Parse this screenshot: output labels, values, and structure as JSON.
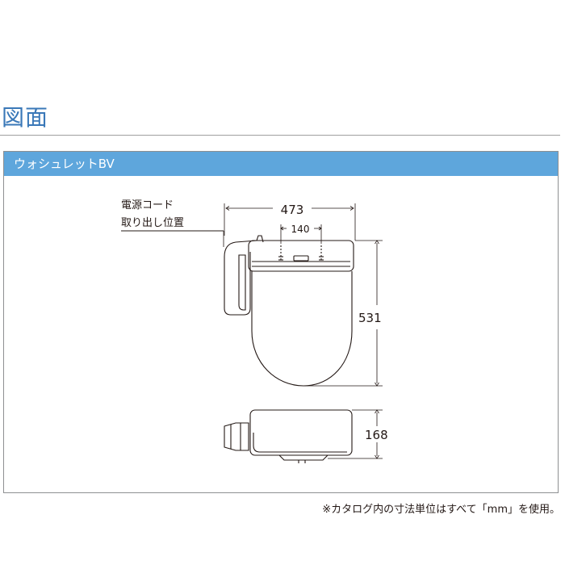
{
  "page": {
    "title": "図面",
    "footnote": "※カタログ内の寸法単位はすべて「mm」を使用。"
  },
  "panel": {
    "header": "ウォシュレットBV"
  },
  "drawing": {
    "cord_label_line1": "電源コード",
    "cord_label_line2": "取り出し位置",
    "dim_width": "473",
    "dim_mount_pitch": "140",
    "dim_length": "531",
    "dim_height": "168"
  },
  "colors": {
    "title": "#3a78b8",
    "header_bg": "#5ea6dc",
    "header_text": "#ffffff",
    "line": "#231815"
  }
}
